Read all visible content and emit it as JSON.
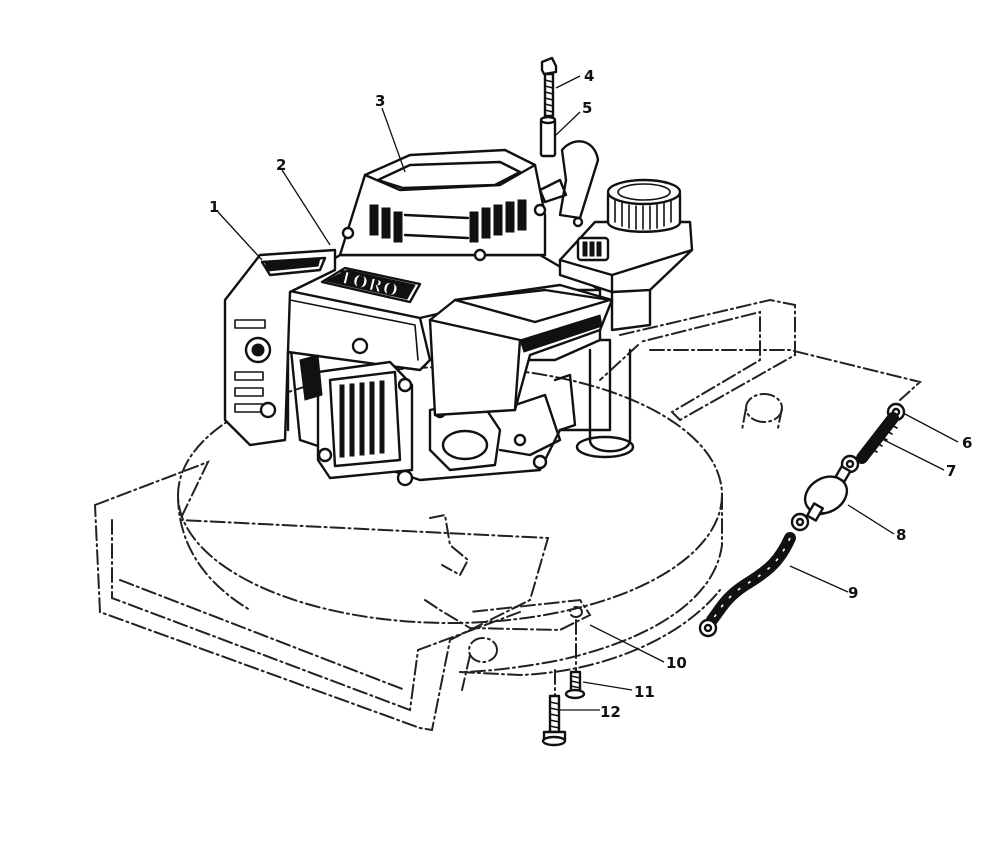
{
  "diagram": {
    "logo_text": "TORO",
    "callouts": [
      {
        "id": "c1",
        "label": "1"
      },
      {
        "id": "c2",
        "label": "2"
      },
      {
        "id": "c3",
        "label": "3"
      },
      {
        "id": "c4",
        "label": "4"
      },
      {
        "id": "c5",
        "label": "5"
      },
      {
        "id": "c6",
        "label": "6"
      },
      {
        "id": "c7",
        "label": "7"
      },
      {
        "id": "c8",
        "label": "8"
      },
      {
        "id": "c9",
        "label": "9"
      },
      {
        "id": "c10",
        "label": "10"
      },
      {
        "id": "c11",
        "label": "11"
      },
      {
        "id": "c12",
        "label": "12"
      }
    ]
  }
}
